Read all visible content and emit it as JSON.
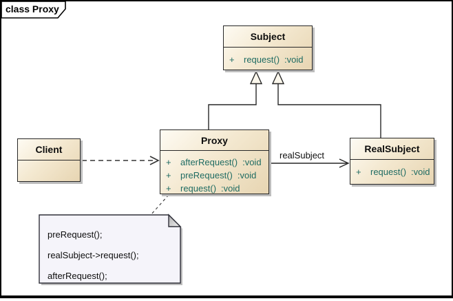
{
  "frame": {
    "title": "class Proxy"
  },
  "classes": [
    {
      "name": "Subject",
      "methods": [
        {
          "visibility": "+",
          "name": "request()",
          "type": ":void"
        }
      ]
    },
    {
      "name": "Proxy",
      "methods": [
        {
          "visibility": "+",
          "name": "afterRequest()",
          "type": ":void"
        },
        {
          "visibility": "+",
          "name": "preRequest()",
          "type": ":void"
        },
        {
          "visibility": "+",
          "name": "request()",
          "type": ":void"
        }
      ]
    },
    {
      "name": "Client",
      "methods": []
    },
    {
      "name": "RealSubject",
      "methods": [
        {
          "visibility": "+",
          "name": "request()",
          "type": ":void"
        }
      ]
    }
  ],
  "connectors": {
    "association_label": "realSubject",
    "client_to_proxy": "dashed dependency arrow",
    "proxy_to_subject": "generalization (hollow triangle)",
    "realsubject_to_subject": "generalization (hollow triangle)",
    "note_to_proxy": "dashed note link"
  },
  "note": {
    "lines": [
      "preRequest();",
      "realSubject->request();",
      "afterRequest();"
    ]
  },
  "colors": {
    "class_fill_light": "#fefbf3",
    "class_fill_dark": "#e7d5b2",
    "class_border": "#262626",
    "method_text": "#1e6b62",
    "note_fill": "#f5f4fa",
    "shadow": "#bdbdbd",
    "frame_border": "#000000"
  }
}
